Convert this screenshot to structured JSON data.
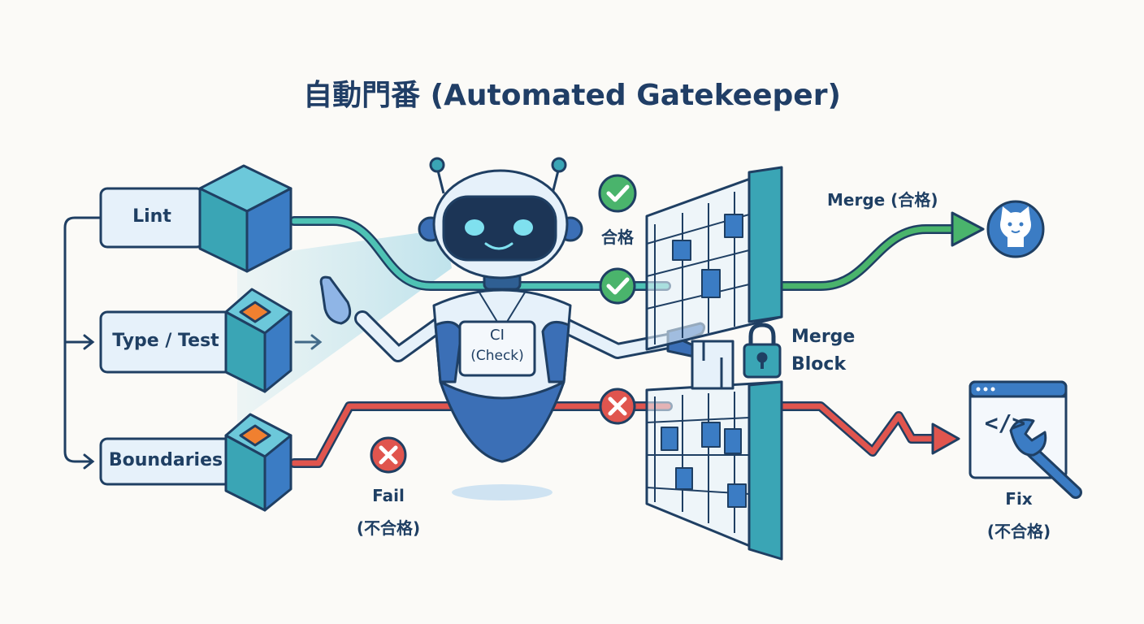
{
  "title": "自動門番 (Automated Gatekeeper)",
  "checks": [
    {
      "label": "Lint"
    },
    {
      "label": "Type / Test"
    },
    {
      "label": "Boundaries"
    }
  ],
  "robot": {
    "badge_line1": "CI",
    "badge_line2": "(Check)"
  },
  "pass_label": "合格",
  "merge_label": "Merge (合格)",
  "merge_block": {
    "line1": "Merge",
    "line2": "Block"
  },
  "fail_label": {
    "line1": "Fail",
    "line2": "(不合格)"
  },
  "fix_label": {
    "line1": "Fix",
    "line2": "(不合格)"
  },
  "code_symbol": "</>",
  "colors": {
    "navy": "#1f3f63",
    "teal": "#3aa5b5",
    "blue": "#3b6fb6",
    "green": "#46b36b",
    "red": "#e0554e",
    "light_panel": "#e6f1fa"
  },
  "icons": [
    "check-icon",
    "cross-icon",
    "lock-icon",
    "github-icon",
    "code-window-icon",
    "wrench-icon",
    "robot-icon",
    "cube-icon"
  ]
}
